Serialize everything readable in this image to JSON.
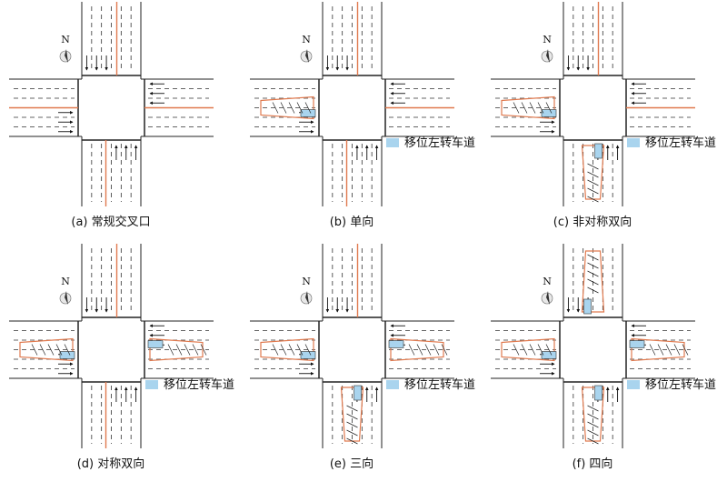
{
  "figure": {
    "panels": [
      {
        "id": "a",
        "caption": "(a) 常规交叉口",
        "shifted_arms": [],
        "legend": false
      },
      {
        "id": "b",
        "caption": "(b) 单向",
        "shifted_arms": [
          "west"
        ],
        "legend": true
      },
      {
        "id": "c",
        "caption": "(c) 非对称双向",
        "shifted_arms": [
          "west",
          "south"
        ],
        "legend": true
      },
      {
        "id": "d",
        "caption": "(d) 对称双向",
        "shifted_arms": [
          "west",
          "east"
        ],
        "legend": true
      },
      {
        "id": "e",
        "caption": "(e) 三向",
        "shifted_arms": [
          "west",
          "east",
          "south"
        ],
        "legend": true
      },
      {
        "id": "f",
        "caption": "(f) 四向",
        "shifted_arms": [
          "west",
          "east",
          "south",
          "north"
        ],
        "legend": true
      }
    ],
    "legend_label": "移位左转车道",
    "north_label": "N",
    "colors": {
      "road_line": "#222222",
      "center_line": "#e07a4f",
      "shifted_lane_fill": "#a9d4ee",
      "arrow": "#111111"
    }
  }
}
